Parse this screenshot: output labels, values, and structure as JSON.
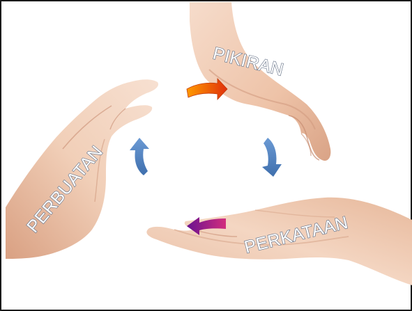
{
  "labels": {
    "top_right": "PIKIRAN",
    "bottom_right": "PERKATAAN",
    "left": "PERBUATAN"
  },
  "colors": {
    "frame": "#1a1a1a",
    "skin_light": "#f3d2bd",
    "skin_mid": "#e2b196",
    "skin_shadow": "#c98f74",
    "arrow_orange_start": "#ff9a00",
    "arrow_orange_end": "#e0300c",
    "arrow_blue": "#4f80bd",
    "arrow_purple": "#7a1a8c",
    "arrow_magenta": "#d22d7d",
    "label_fill": "#ffffff",
    "label_outline": "#6f7b8f"
  },
  "arrows": [
    {
      "name": "orange-arrow",
      "direction": "right"
    },
    {
      "name": "blue-arrow-right",
      "direction": "down"
    },
    {
      "name": "purple-arrow",
      "direction": "left"
    },
    {
      "name": "blue-arrow-left",
      "direction": "up"
    }
  ]
}
